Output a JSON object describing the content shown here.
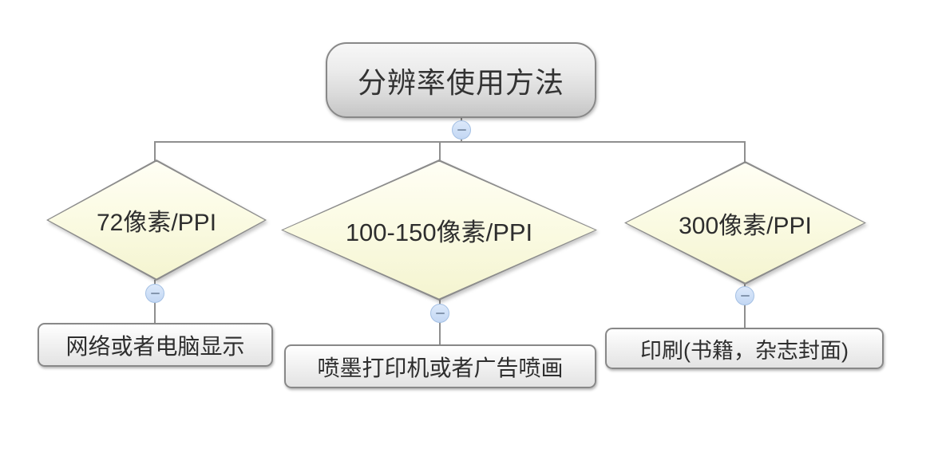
{
  "diagram": {
    "root": {
      "label": "分辨率使用方法"
    },
    "branches": [
      {
        "condition": "72像素/PPI",
        "usage": "网络或者电脑显示"
      },
      {
        "condition": "100-150像素/PPI",
        "usage": "喷墨打印机或者广告喷画"
      },
      {
        "condition": "300像素/PPI",
        "usage": "印刷(书籍，杂志封面)"
      }
    ],
    "icons": {
      "collapse": "minus-icon"
    },
    "colors": {
      "background": "#ffffff",
      "node_border": "#888888",
      "connector": "#8f8f8f",
      "root_fill_top": "#f7f7f7",
      "root_fill_bottom": "#c5c5c5",
      "diamond_fill_top": "#fffef4",
      "diamond_fill_bottom": "#f4f4d0",
      "result_fill_top": "#ffffff",
      "result_fill_bottom": "#e3e3e3",
      "collapse_fill": "#cfe0f7",
      "collapse_border": "#a4c0e4",
      "collapse_glyph": "#8496ae",
      "text": "#2e2e2e"
    }
  }
}
